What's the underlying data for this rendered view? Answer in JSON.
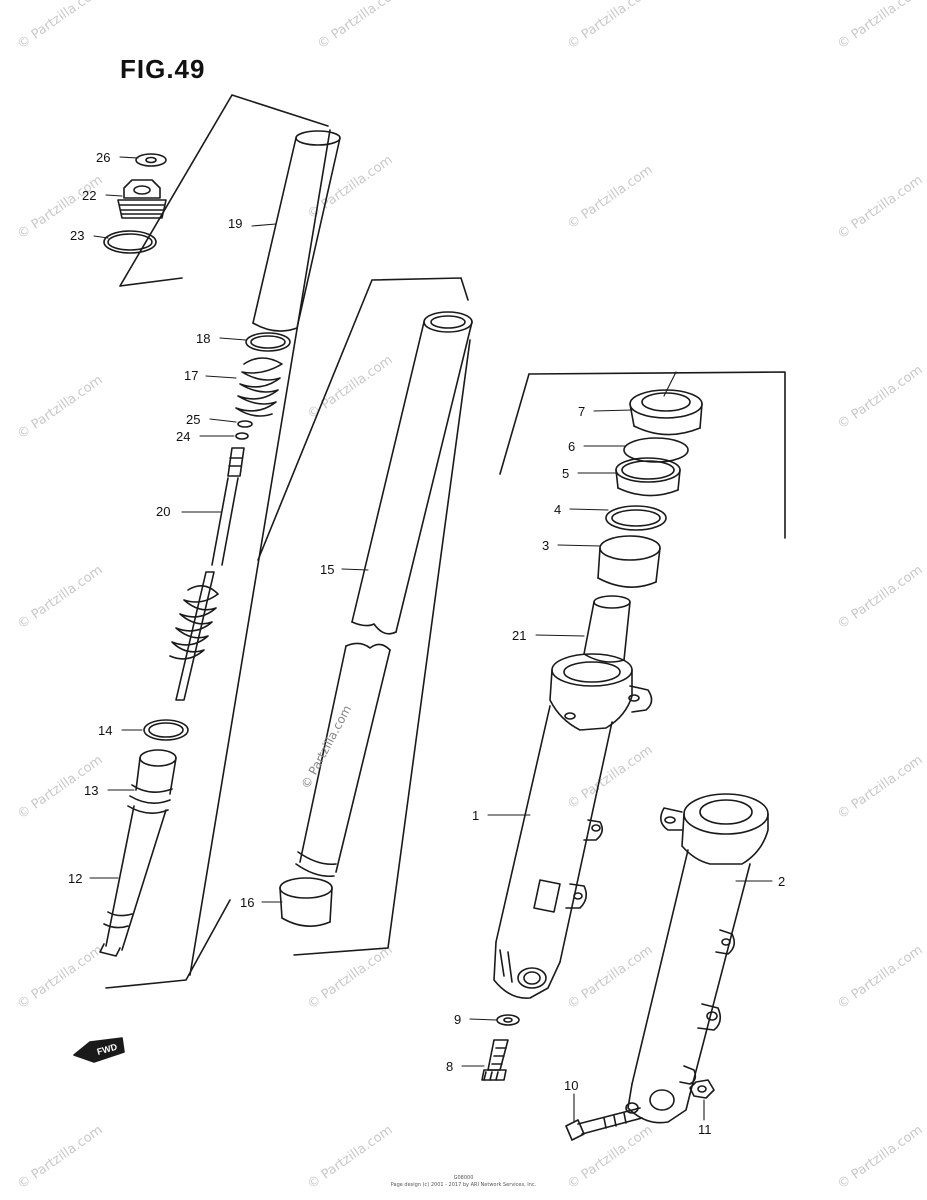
{
  "figure": {
    "title": "FIG.49"
  },
  "watermark": "© Partzilla.com",
  "center_watermark": "© Partzilla.com",
  "fwd_label": "FWD",
  "footer": {
    "code": "G08000",
    "copyright": "Page design (c) 2001 - 2017 by ARI Network Services, Inc."
  },
  "callouts": [
    "1",
    "2",
    "3",
    "4",
    "5",
    "6",
    "7",
    "8",
    "9",
    "10",
    "11",
    "12",
    "13",
    "14",
    "15",
    "16",
    "17",
    "18",
    "19",
    "20",
    "21",
    "22",
    "23",
    "24",
    "25",
    "26"
  ]
}
